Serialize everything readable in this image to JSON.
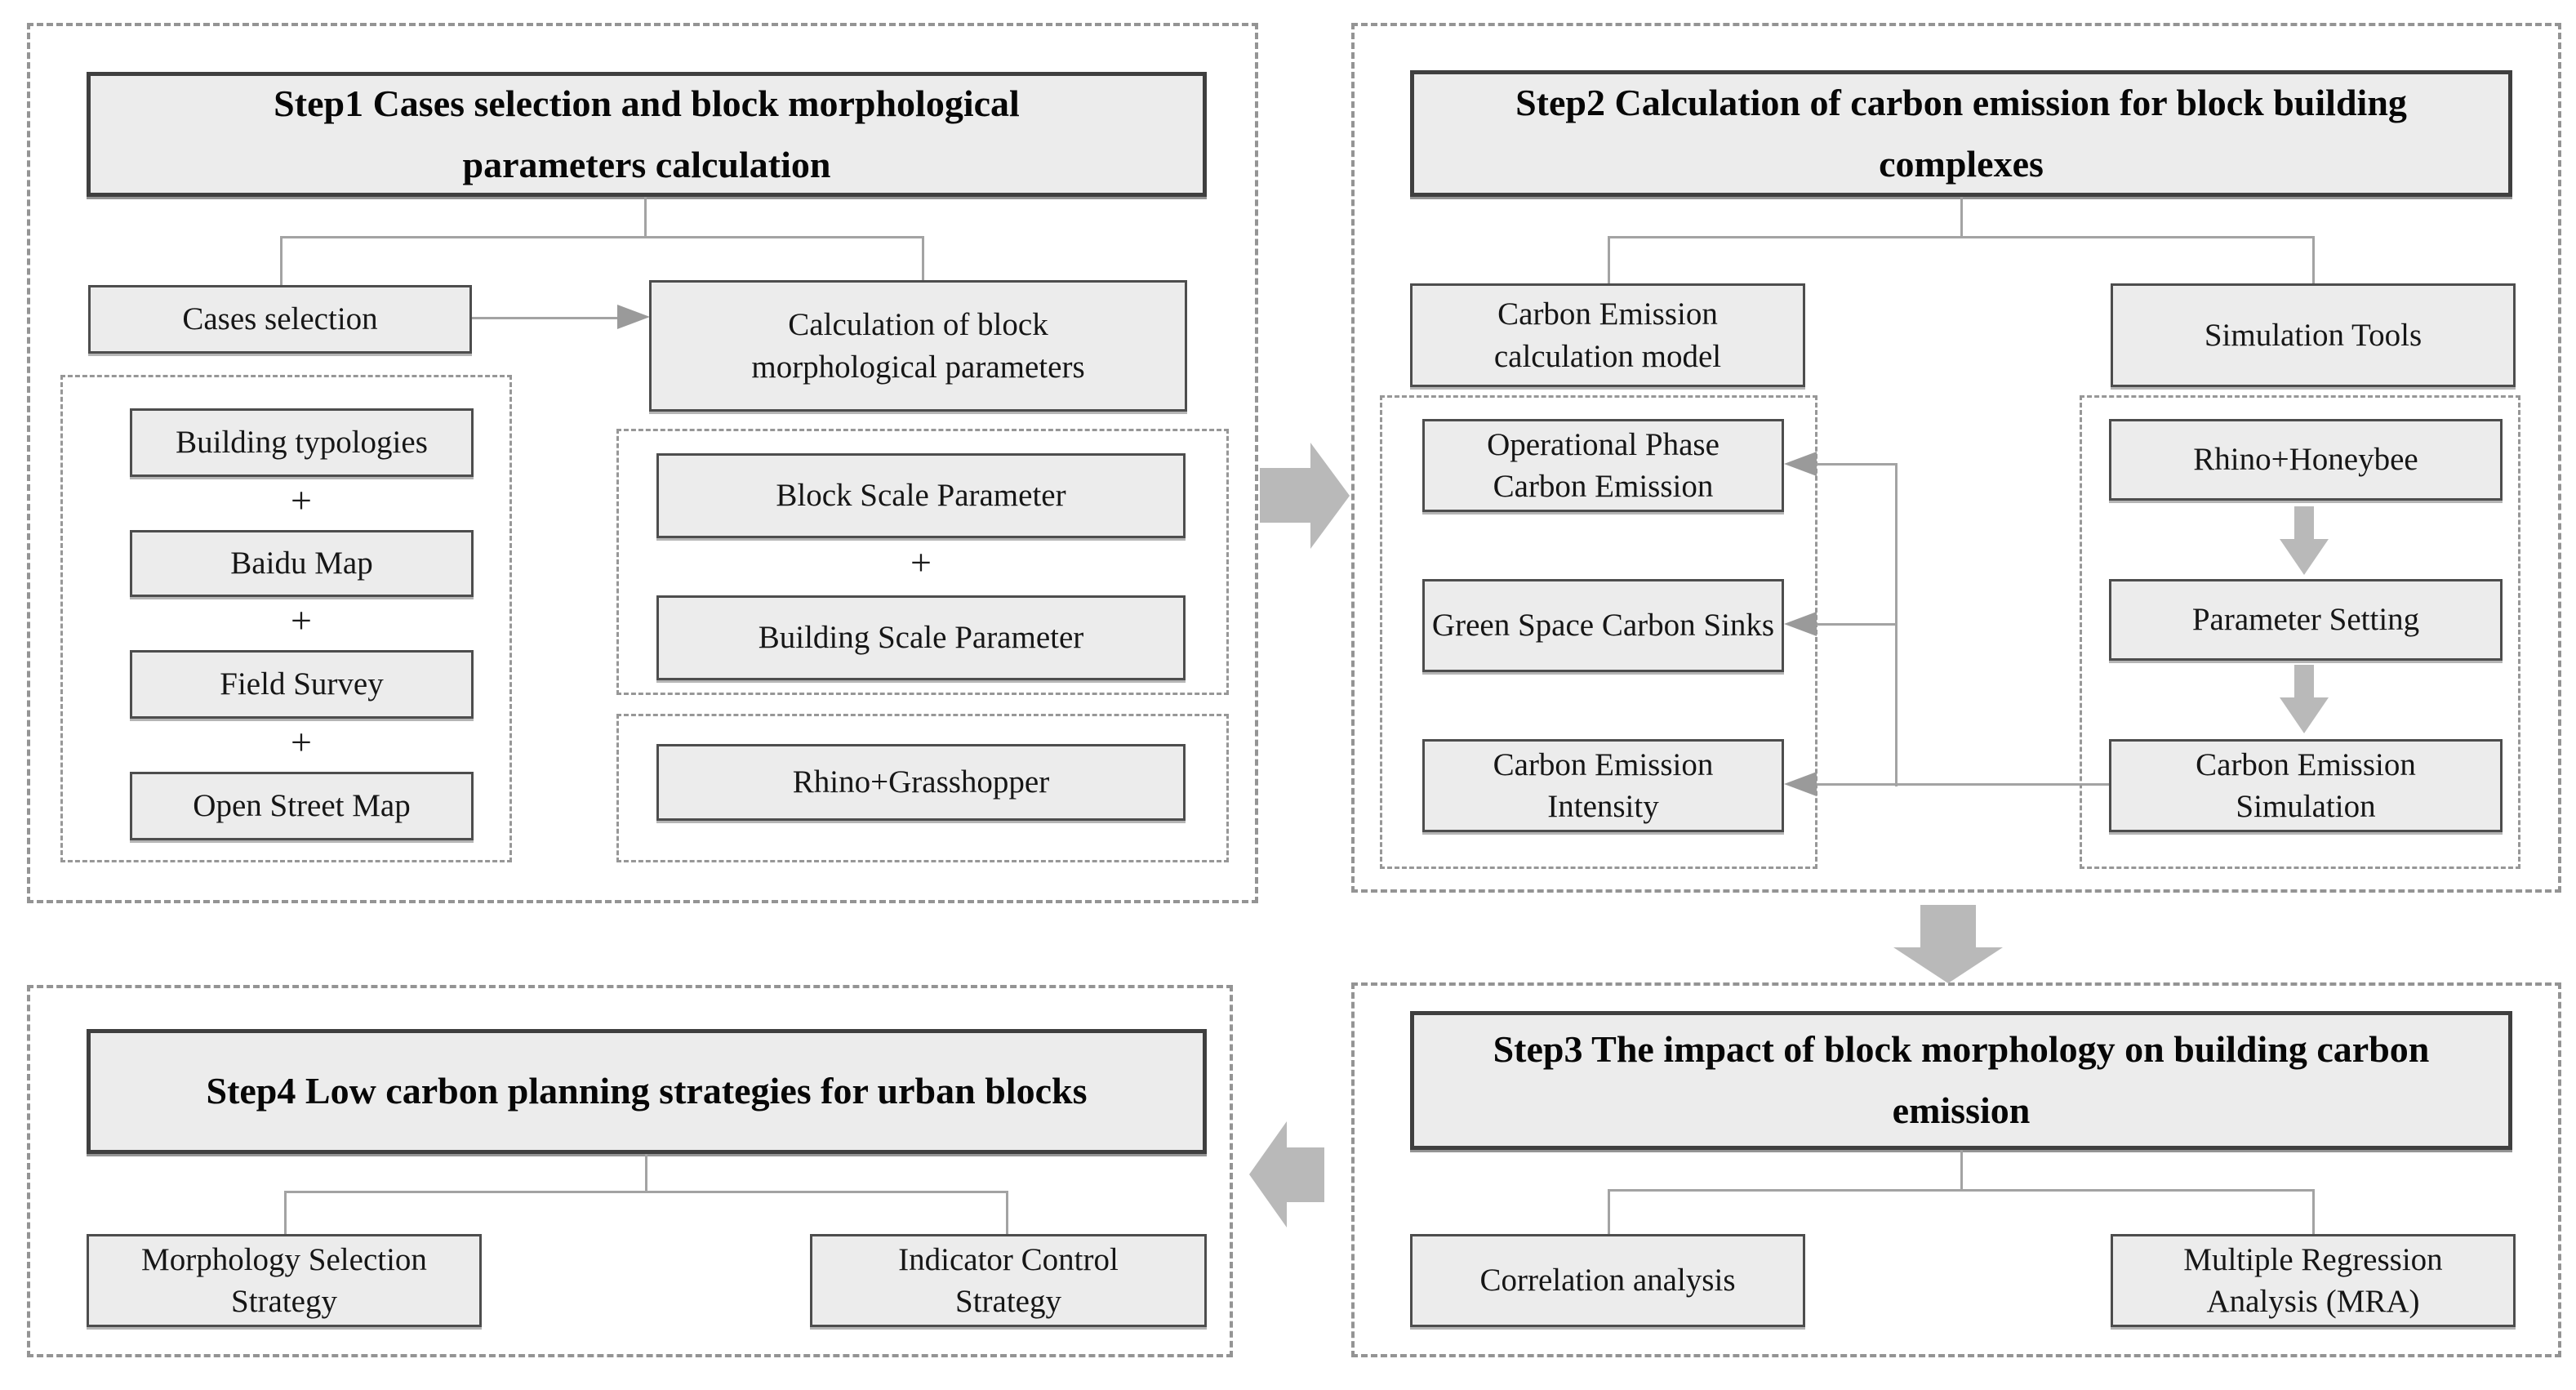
{
  "colors": {
    "box_fill": "#ececec",
    "box_border": "#4d4d4d",
    "title_border": "#3f3f3f",
    "dashed_border": "#949494",
    "connector": "#a3a3a3",
    "block_arrow": "#b9b9b9",
    "text": "#161616"
  },
  "step1": {
    "title": "Step1 Cases selection and block morphological parameters calculation",
    "cases_selection": "Cases selection",
    "calculation": "Calculation of block morphological parameters",
    "plus": "+",
    "data_sources": [
      "Building typologies",
      "Baidu Map",
      "Field Survey",
      "Open Street Map"
    ],
    "parameters": [
      "Block Scale Parameter",
      "Building Scale Parameter"
    ],
    "tool": "Rhino+Grasshopper"
  },
  "step2": {
    "title": "Step2 Calculation of carbon emission for block building complexes",
    "model": "Carbon Emission calculation model",
    "tools": "Simulation Tools",
    "emission_items": [
      "Operational Phase Carbon Emission",
      "Green Space Carbon Sinks",
      "Carbon Emission Intensity"
    ],
    "simulation_steps": [
      "Rhino+Honeybee",
      "Parameter Setting",
      "Carbon Emission Simulation"
    ]
  },
  "step3": {
    "title": "Step3 The impact of block morphology on building carbon emission",
    "methods": [
      "Correlation analysis",
      "Multiple Regression Analysis (MRA)"
    ]
  },
  "step4": {
    "title": "Step4 Low carbon planning strategies for urban blocks",
    "strategies": [
      "Morphology Selection Strategy",
      "Indicator Control Strategy"
    ]
  }
}
